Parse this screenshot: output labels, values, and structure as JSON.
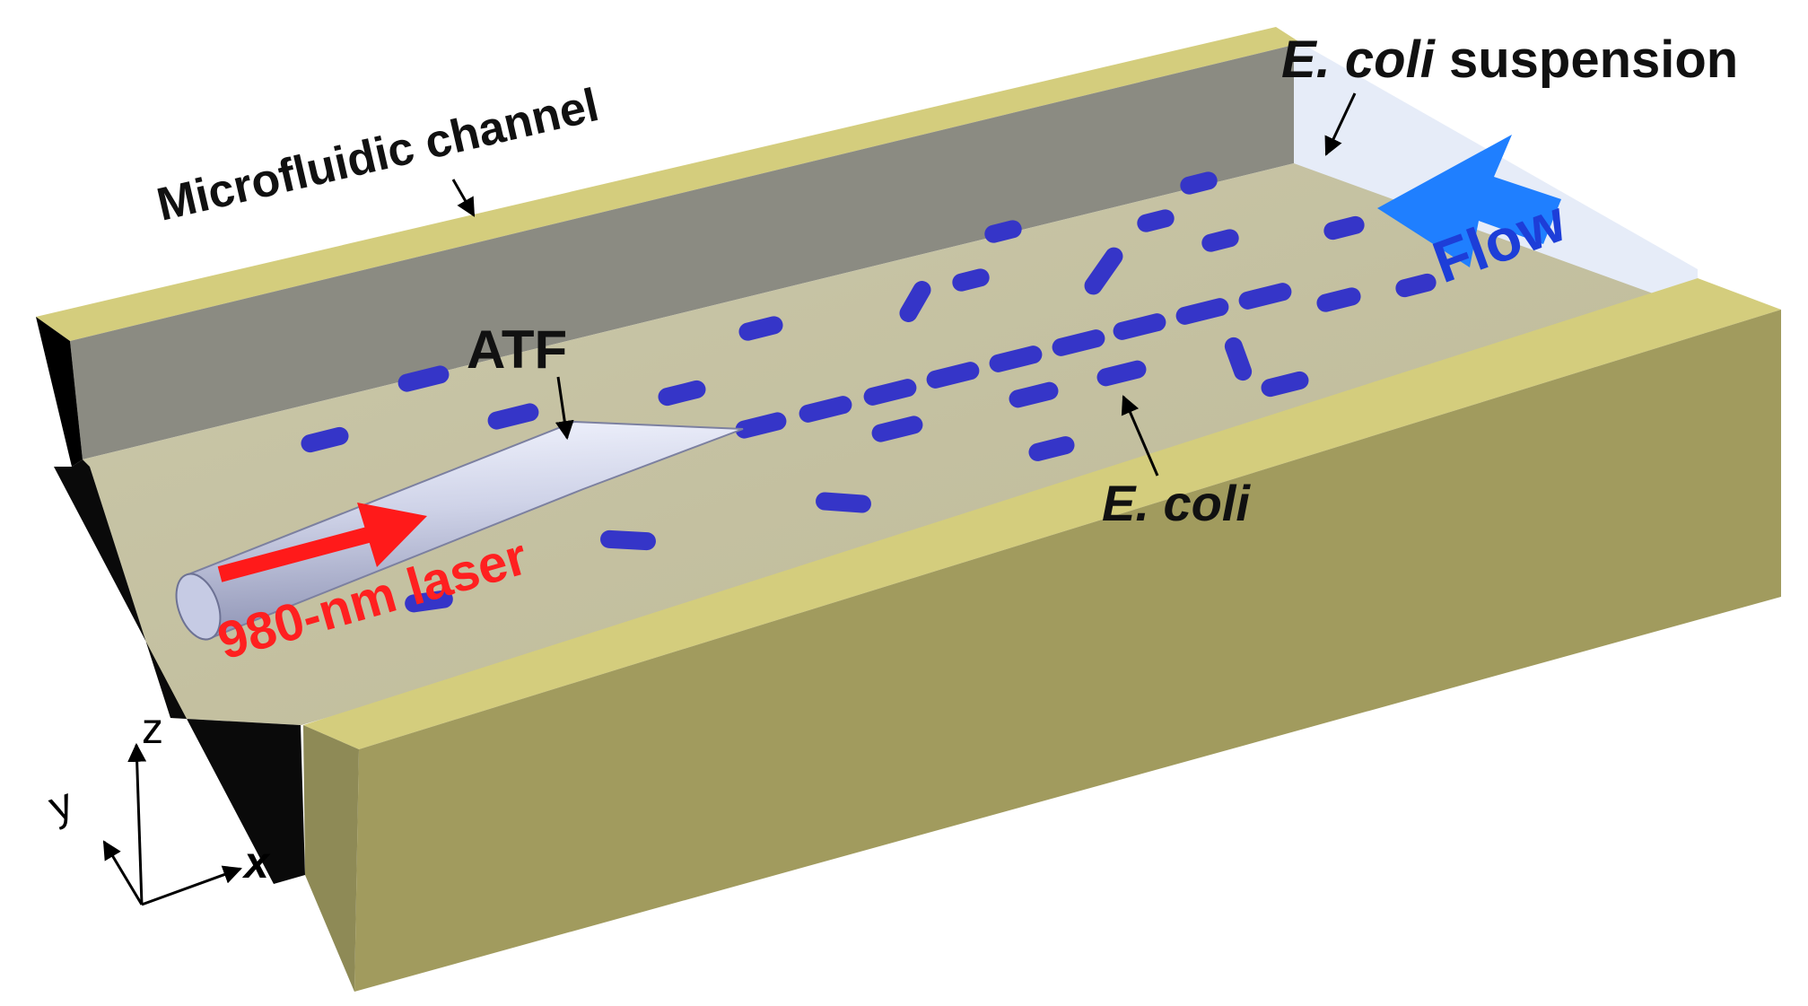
{
  "labels": {
    "channel": "Microfluidic channel",
    "suspension_italic": "E. coli",
    "suspension_rest": " suspension",
    "flow": "Flow",
    "atf": "ATF",
    "ecoli": "E. coli",
    "laser": "980-nm laser"
  },
  "axes": {
    "x": "x",
    "y": "y",
    "z": "z"
  },
  "colors": {
    "wall_top": "#d4cd7d",
    "wall_face": "#a19b5e",
    "wall_side": "#8e8a56",
    "wall_inner": "#8b8b82",
    "channel_floor": "#c4c1a2",
    "fluid": "#e6ecf8",
    "bacteria": "#3535c8",
    "bacteria_edge": "#1a1a7a",
    "flow_arrow": "#1f7fff",
    "flow_text": "#1d3ed8",
    "laser_arrow": "#ff1a1a",
    "laser_text": "#ff2020",
    "fiber": "#d2d6ea",
    "text": "#111111"
  },
  "icons": {
    "flow_arrow": "left-arrow-icon",
    "laser_arrow": "right-arrow-icon"
  }
}
